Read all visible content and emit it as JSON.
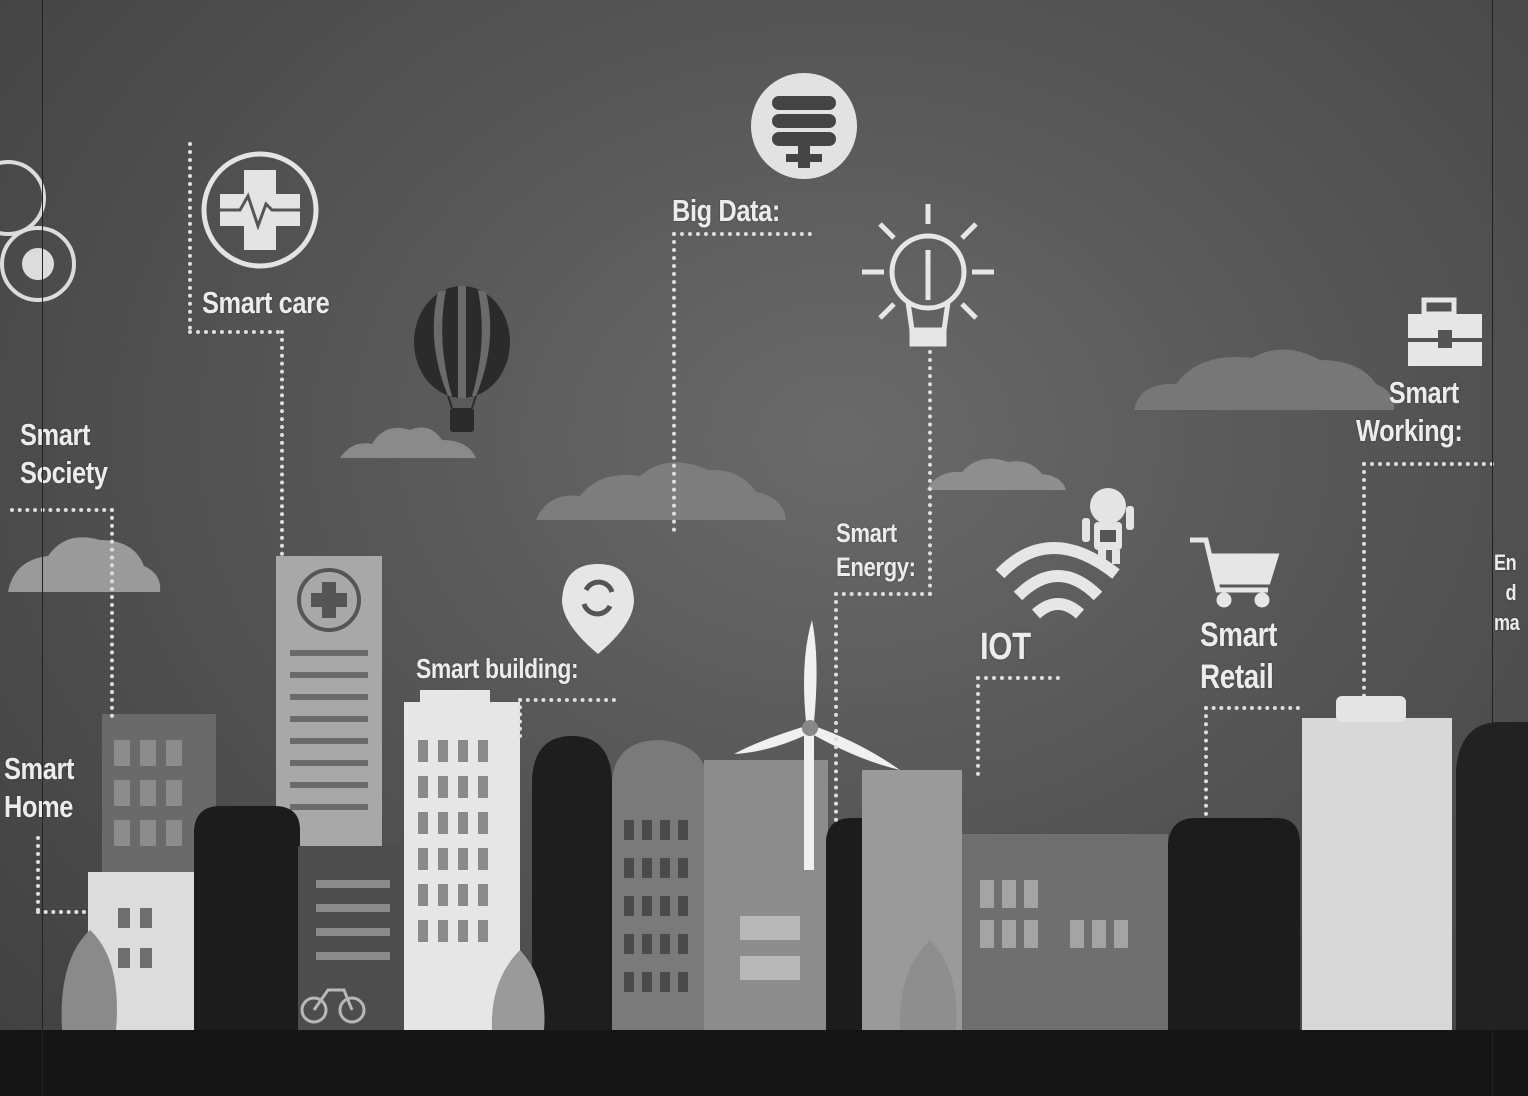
{
  "labels": {
    "smart_care": "Smart care",
    "big_data": "Big Data:",
    "smart_society_1": "Smart",
    "smart_society_2": "Society",
    "smart_energy_1": "Smart",
    "smart_energy_2": "Energy:",
    "smart_building": "Smart building:",
    "iot": "IOT",
    "smart_retail_1": "Smart",
    "smart_retail_2": "Retail",
    "smart_working_1": "Smart",
    "smart_working_2": "Working:",
    "smart_home_1": "Smart",
    "smart_home_2": "Home",
    "cut_right_1": "En",
    "cut_right_2": "d",
    "cut_right_3": "ma"
  },
  "icons": [
    "database-icon",
    "medical-cross-icon",
    "lightbulb-icon",
    "location-pin-icon",
    "wifi-icon",
    "robot-icon",
    "shopping-cart-icon",
    "briefcase-icon",
    "hot-air-balloon-icon",
    "wind-turbine-icon",
    "bicycle-icon"
  ],
  "colors": {
    "background": "#555555",
    "text": "#ececec",
    "ground": "#151515"
  }
}
